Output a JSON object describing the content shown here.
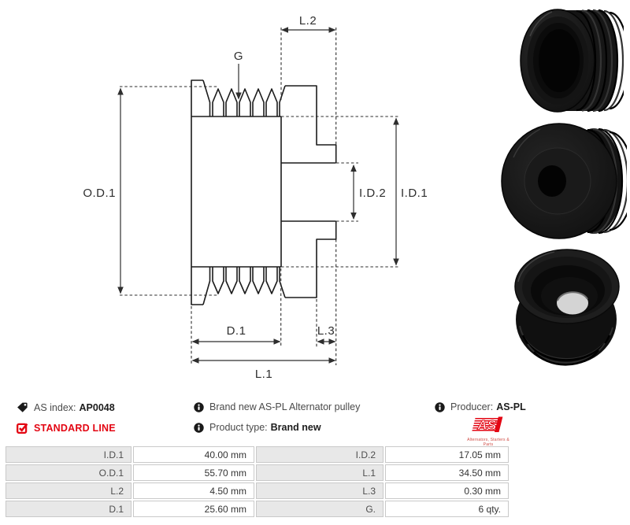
{
  "colors": {
    "brand_red": "#e30613",
    "drawing_line": "#1c1c1c",
    "table_label_bg": "#e8e8e8",
    "table_border": "#c9c9c9"
  },
  "drawing": {
    "od1": "O.D.1",
    "g": "G",
    "l2": "L.2",
    "id2": "I.D.2",
    "id1": "I.D.1",
    "d1": "D.1",
    "l3": "L.3",
    "l1": "L.1"
  },
  "photos": {
    "photo1": "pulley-front-angled-view",
    "photo2": "pulley-side-view",
    "photo3": "pulley-rear-angled-view"
  },
  "info": {
    "as_index_label": "AS index:",
    "as_index_value": "AP0048",
    "standard_line_label": "STANDARD LINE",
    "description": "Brand new AS-PL Alternator pulley",
    "product_type_label": "Product type:",
    "product_type_value": "Brand new",
    "producer_label": "Producer:",
    "producer_value": "AS-PL",
    "logo_text": "AS",
    "logo_subtext": "Alternators, Starters & Parts"
  },
  "table": {
    "rows": [
      {
        "label_left": "I.D.1",
        "value_left": "40.00 mm",
        "label_right": "I.D.2",
        "value_right": "17.05 mm"
      },
      {
        "label_left": "O.D.1",
        "value_left": "55.70 mm",
        "label_right": "L.1",
        "value_right": "34.50 mm"
      },
      {
        "label_left": "L.2",
        "value_left": "4.50 mm",
        "label_right": "L.3",
        "value_right": "0.30 mm"
      },
      {
        "label_left": "D.1",
        "value_left": "25.60 mm",
        "label_right": "G.",
        "value_right": "6 qty."
      }
    ]
  }
}
